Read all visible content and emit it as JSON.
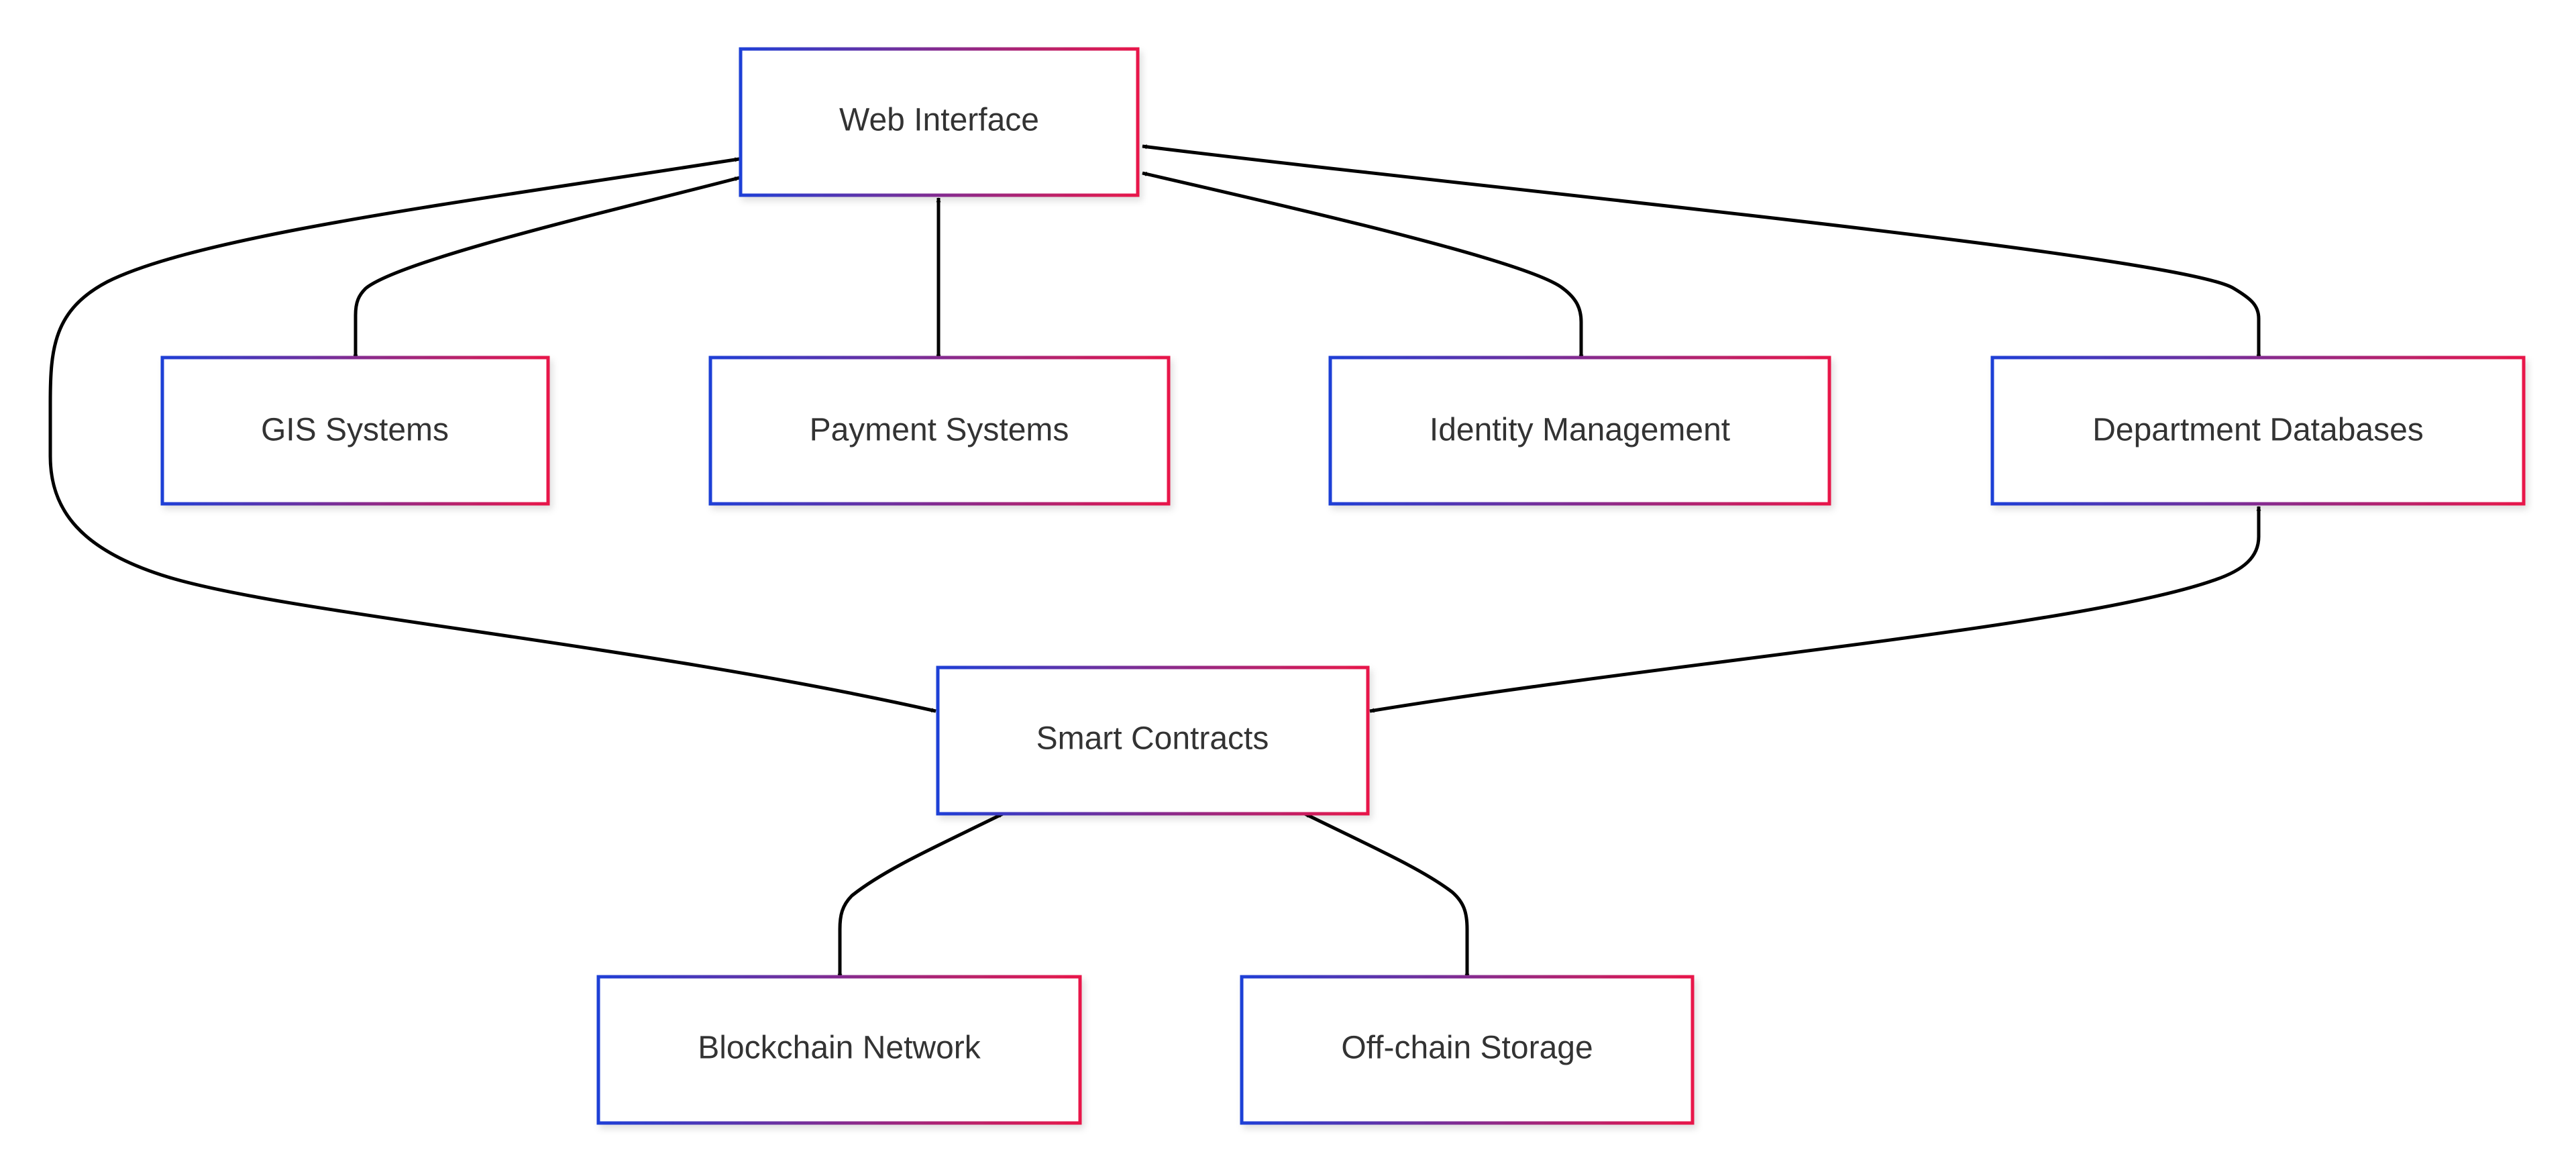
{
  "colors": {
    "border_gradient_start": "#1f3fd6",
    "border_gradient_end": "#e8184a",
    "label": "#333333",
    "edge": "#000000",
    "background": "#ffffff"
  },
  "nodes": {
    "web_interface": "Web Interface",
    "gis_systems": "GIS Systems",
    "payment_systems": "Payment Systems",
    "identity_management": "Identity Management",
    "department_databases": "Department Databases",
    "smart_contracts": "Smart Contracts",
    "blockchain_network": "Blockchain Network",
    "offchain_storage": "Off-chain Storage"
  },
  "edges": [
    {
      "from": "Web Interface",
      "to": "GIS Systems",
      "bidirectional": true
    },
    {
      "from": "Web Interface",
      "to": "Payment Systems",
      "bidirectional": true
    },
    {
      "from": "Web Interface",
      "to": "Identity Management",
      "bidirectional": true
    },
    {
      "from": "Web Interface",
      "to": "Department Databases",
      "bidirectional": true
    },
    {
      "from": "Web Interface",
      "to": "Smart Contracts",
      "bidirectional": true
    },
    {
      "from": "Department Databases",
      "to": "Smart Contracts",
      "bidirectional": true
    },
    {
      "from": "Smart Contracts",
      "to": "Blockchain Network",
      "bidirectional": true
    },
    {
      "from": "Smart Contracts",
      "to": "Off-chain Storage",
      "bidirectional": true
    }
  ]
}
